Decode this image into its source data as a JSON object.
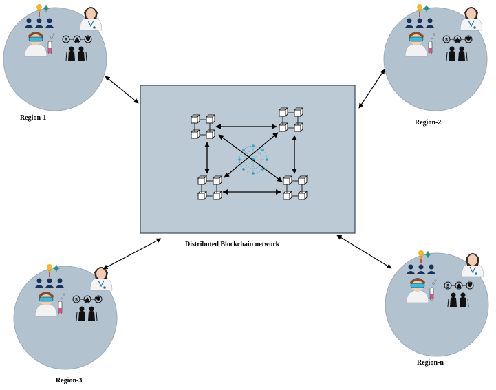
{
  "diagram": {
    "center_caption": "Distributed Blockchain network",
    "regions": [
      {
        "id": "r1",
        "label": "Region-1"
      },
      {
        "id": "r2",
        "label": "Region-2"
      },
      {
        "id": "r3",
        "label": "Region-3"
      },
      {
        "id": "rn",
        "label": "Region-n"
      }
    ],
    "region_icons": [
      "leader-icon",
      "doctor-icon",
      "scientist-icon",
      "finance-icons",
      "elderly-people-icon",
      "audience-icon"
    ],
    "colors": {
      "region_fill": "#b3c2cf",
      "network_box_fill": "#bccad5",
      "network_box_border": "#3c4a56",
      "hub_color": "#2ea3c4"
    }
  }
}
